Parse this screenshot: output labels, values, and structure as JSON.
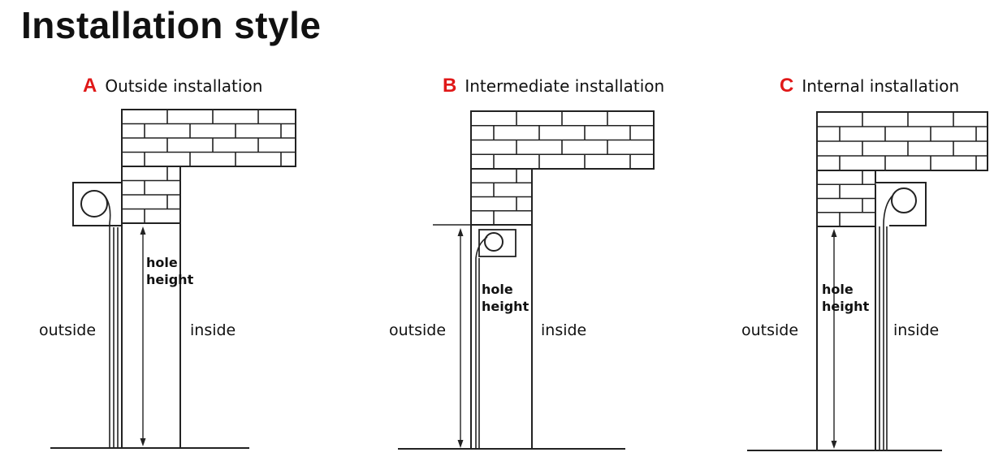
{
  "title": "Installation style",
  "panels": [
    {
      "letter": "A",
      "name": "Outside installation",
      "outside": "outside",
      "inside": "inside",
      "hole": "hole",
      "height": "height"
    },
    {
      "letter": "B",
      "name": "Intermediate installation",
      "outside": "outside",
      "inside": "inside",
      "hole": "hole",
      "height": "height"
    },
    {
      "letter": "C",
      "name": "Internal installation",
      "outside": "outside",
      "inside": "inside",
      "hole": "hole",
      "height": "height"
    }
  ],
  "colors": {
    "accent": "#e01818",
    "line": "#222222"
  }
}
